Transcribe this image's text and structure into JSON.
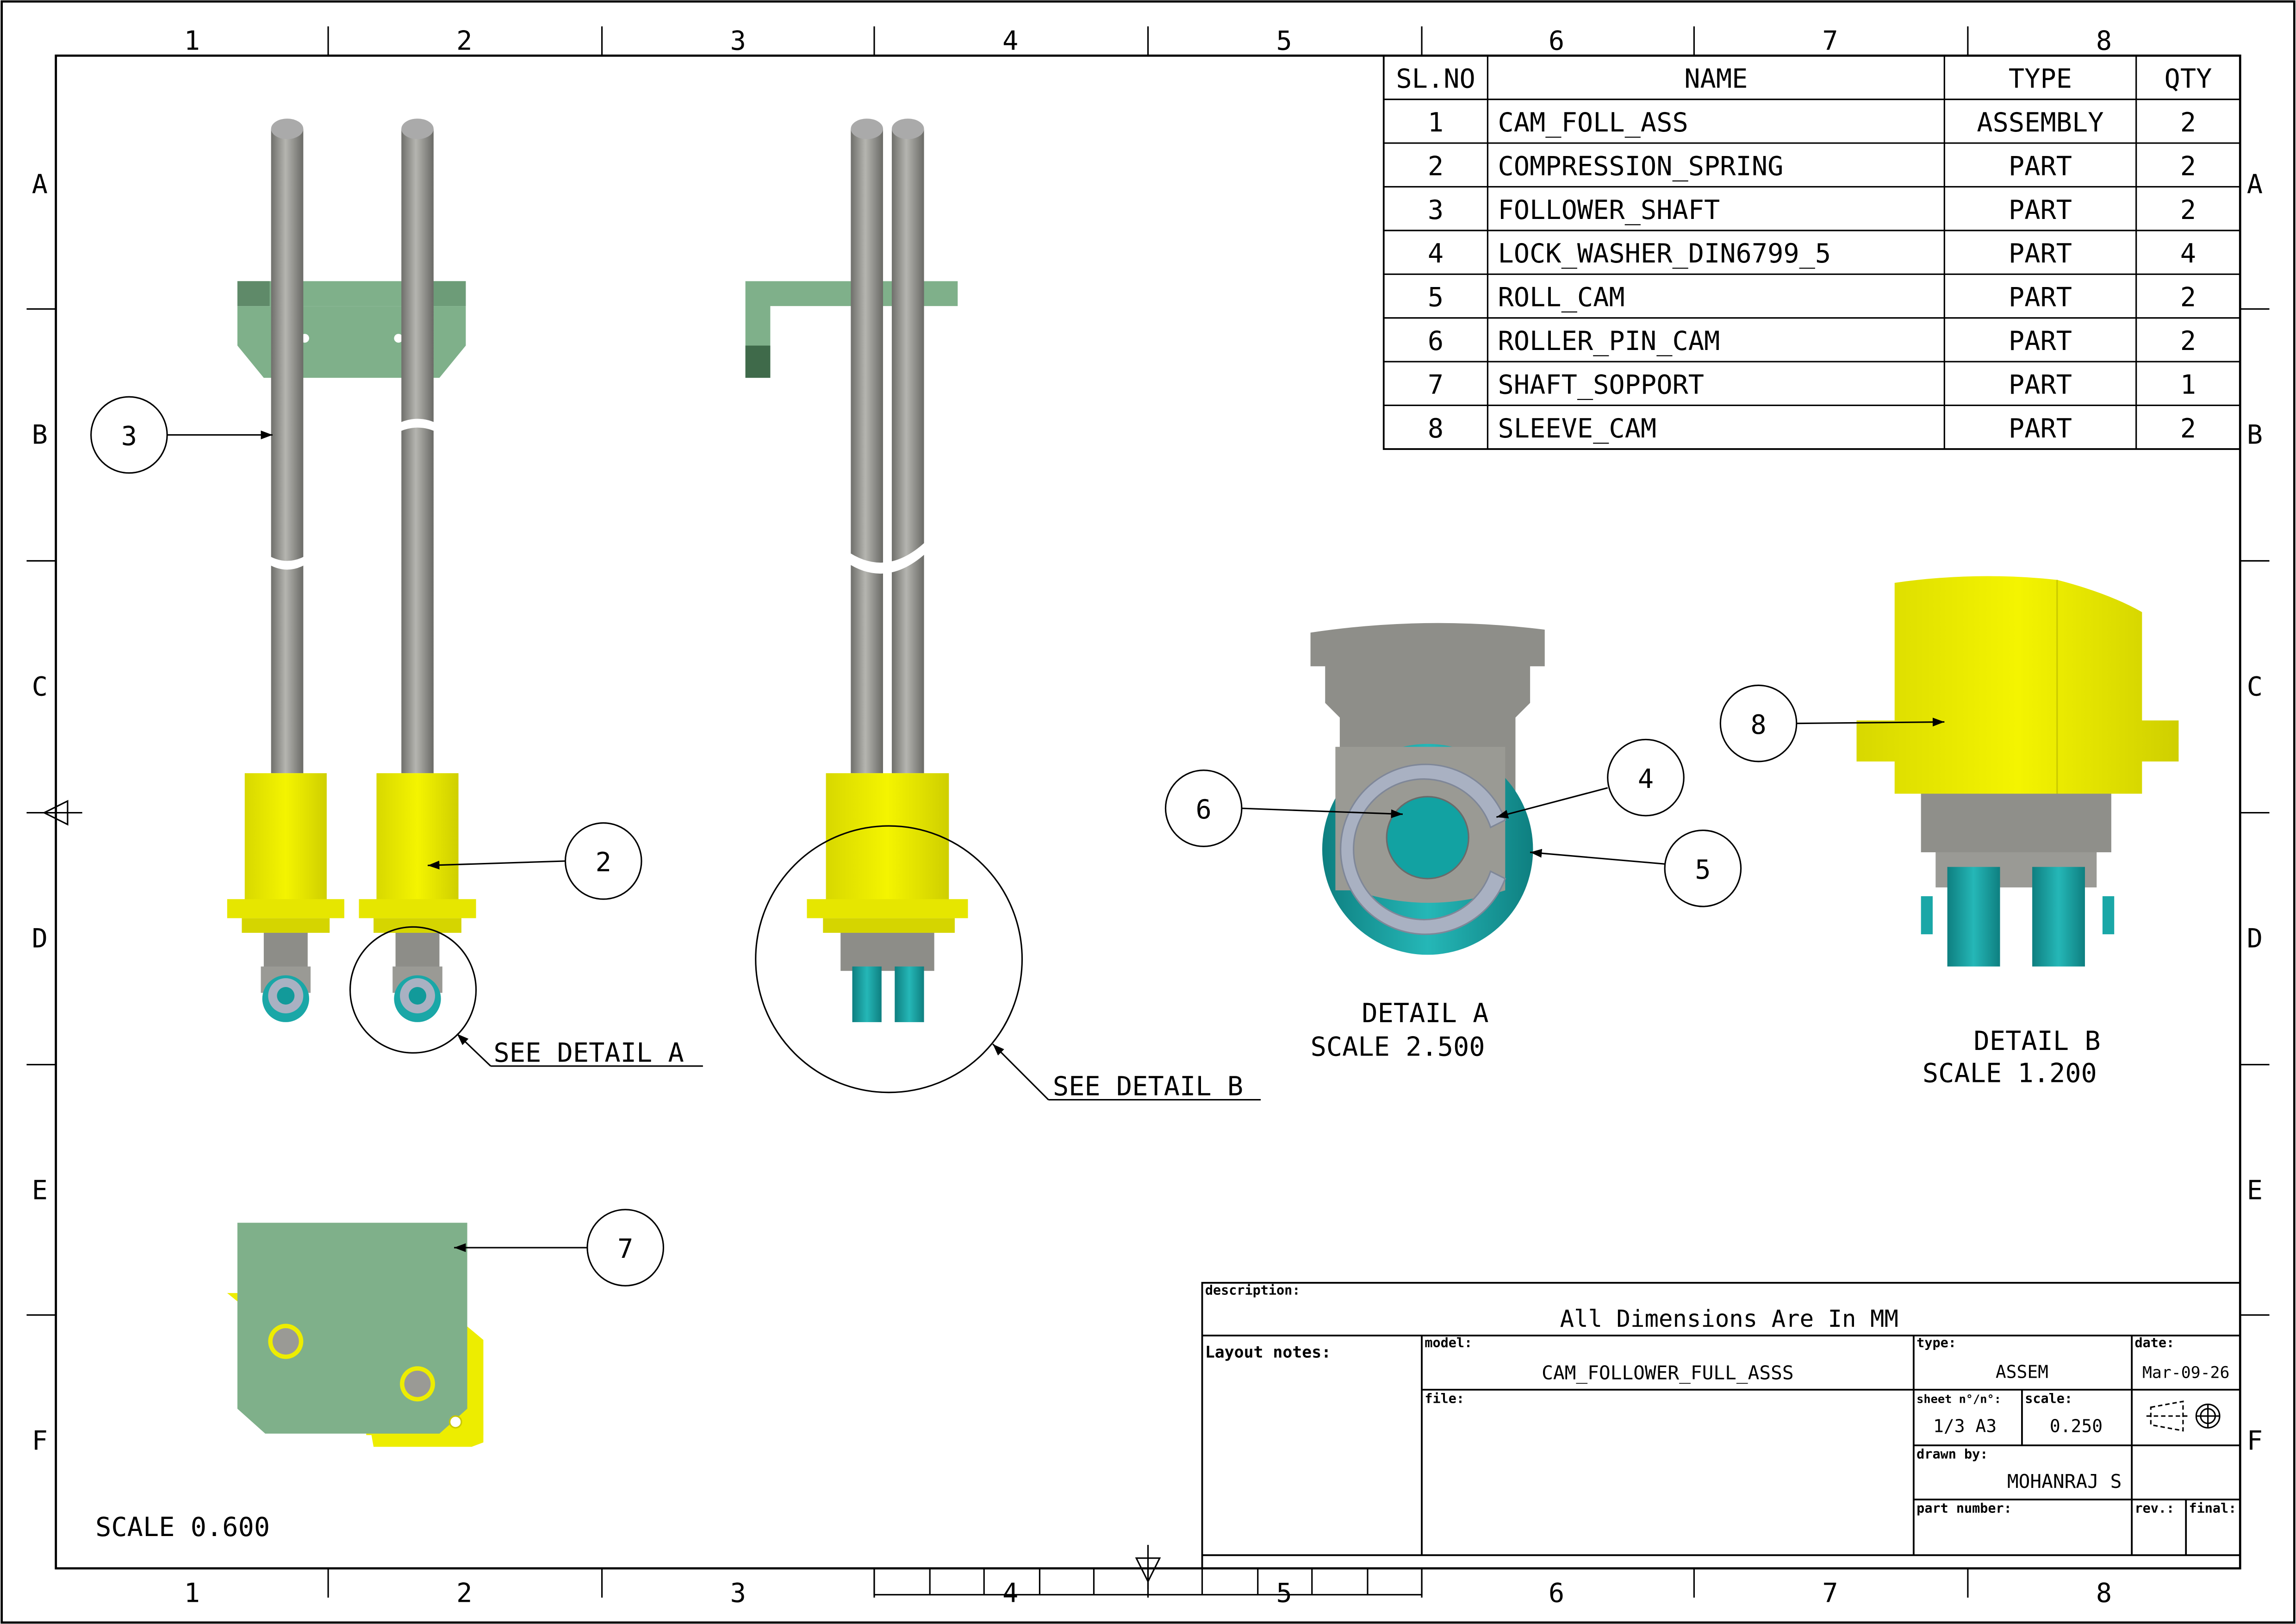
{
  "zones": {
    "columns": [
      "1",
      "2",
      "3",
      "4",
      "5",
      "6",
      "7",
      "8"
    ],
    "rows": [
      "A",
      "B",
      "C",
      "D",
      "E",
      "F"
    ]
  },
  "bom": {
    "headers": {
      "sl_no": "SL.NO",
      "name": "NAME",
      "type": "TYPE",
      "qty": "QTY"
    },
    "rows": [
      {
        "sl_no": "1",
        "name": "CAM_FOLL_ASS",
        "type": "ASSEMBLY",
        "qty": "2"
      },
      {
        "sl_no": "2",
        "name": "COMPRESSION_SPRING",
        "type": "PART",
        "qty": "2"
      },
      {
        "sl_no": "3",
        "name": "FOLLOWER_SHAFT",
        "type": "PART",
        "qty": "2"
      },
      {
        "sl_no": "4",
        "name": "LOCK_WASHER_DIN6799_5",
        "type": "PART",
        "qty": "4"
      },
      {
        "sl_no": "5",
        "name": "ROLL_CAM",
        "type": "PART",
        "qty": "2"
      },
      {
        "sl_no": "6",
        "name": "ROLLER_PIN_CAM",
        "type": "PART",
        "qty": "2"
      },
      {
        "sl_no": "7",
        "name": "SHAFT_SOPPORT",
        "type": "PART",
        "qty": "1"
      },
      {
        "sl_no": "8",
        "name": "SLEEVE_CAM",
        "type": "PART",
        "qty": "2"
      }
    ]
  },
  "balloons": {
    "b2": "2",
    "b3": "3",
    "b4": "4",
    "b5": "5",
    "b6": "6",
    "b7": "7",
    "b8": "8"
  },
  "labels": {
    "see_detail_a": "SEE DETAIL A",
    "see_detail_b": "SEE DETAIL B",
    "detail_a": "DETAIL A",
    "detail_a_scale": "SCALE 2.500",
    "detail_b": "DETAIL B",
    "detail_b_scale": "SCALE 1.200",
    "main_scale": "SCALE 0.600"
  },
  "title_block": {
    "description_label": "description:",
    "description": "All Dimensions Are In MM",
    "layout_notes_label": "Layout notes:",
    "model_label": "model:",
    "model": "CAM_FOLLOWER_FULL_ASSS",
    "file_label": "file:",
    "type_label": "type:",
    "type": "ASSEM",
    "date_label": "date:",
    "date": "Mar-09-26",
    "sheet_label": "sheet n°/n°:",
    "sheet": "1/3 A3",
    "scale_label": "scale:",
    "scale": "0.250",
    "drawn_by_label": "drawn by:",
    "drawn_by": "MOHANRAJ S",
    "part_number_label": "part number:",
    "rev_label": "rev.:",
    "final_label": "final:"
  },
  "colors": {
    "spring": "#eded00",
    "support": "#7fb08a",
    "shaft": "#8f8f8a",
    "roller": "#1aa7a7",
    "washer": "#a9b1c2"
  }
}
